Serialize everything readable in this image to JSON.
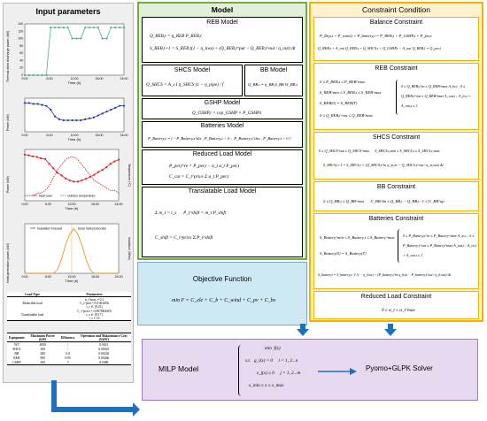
{
  "input_panel": {
    "title": "Input parameters",
    "charts": {
      "c1": {
        "ylabel": "Thermal store discharge power (kW)",
        "xlabel": "Time (h)",
        "xticks": [
          "0:00",
          "6:00",
          "12:00",
          "18:00",
          "24:00"
        ],
        "yticks": [
          "140",
          "120",
          "100",
          "80",
          "60",
          "40",
          "20",
          "0"
        ],
        "values": [
          0,
          0,
          0,
          0,
          0,
          0,
          130,
          130,
          130,
          130,
          130,
          100,
          100,
          100,
          130,
          130,
          130,
          130,
          100,
          100,
          130,
          130,
          130,
          130
        ]
      },
      "c2": {
        "ylabel": "Power (kW)",
        "xlabel": "Time (h)",
        "xticks": [
          "0:00",
          "6:00",
          "12:00",
          "18:00",
          "24:00"
        ],
        "yticks": [
          "35",
          "30",
          "25",
          "20",
          "15",
          "10",
          "5",
          "0"
        ],
        "values": [
          30,
          30,
          29,
          29,
          28,
          27,
          23,
          16,
          13,
          12,
          12,
          12,
          12,
          12,
          13,
          14,
          15,
          17,
          19,
          21,
          23,
          25,
          27,
          27
        ]
      },
      "c3": {
        "ylabel": "Power (kW)",
        "ylabel2": "Temperature (°C)",
        "xlabel": "Time (h)",
        "xticks": [
          "0:00",
          "6:00",
          "12:00",
          "18:00",
          "24:00"
        ],
        "legend": [
          "Heat load",
          "Outdoor temperature"
        ],
        "heat": [
          1350,
          1330,
          1300,
          1280,
          1240,
          1220,
          1080,
          950,
          820,
          740,
          650,
          600,
          560,
          560,
          600,
          640,
          700,
          760,
          840,
          900,
          980,
          1080,
          1150,
          1200
        ],
        "temp": [
          -8,
          -8,
          -8,
          -7,
          -7,
          -6,
          -4,
          -1,
          2,
          4,
          6,
          7,
          7,
          6,
          4,
          2,
          0,
          -2,
          -3,
          -4,
          -5,
          -6,
          -6,
          -7
        ]
      },
      "c4": {
        "ylabel": "Heat generation power (kW)",
        "ylabel2": "Irradiation (W/m²)",
        "xlabel": "Time (h)",
        "xticks": [
          "0:00",
          "6:00",
          "12:00",
          "18:00",
          "24:00"
        ],
        "legend": [
          "Irradiation forecast",
          "Solar heat production"
        ],
        "values": [
          0,
          0,
          0,
          0,
          0,
          0,
          0,
          0,
          30,
          120,
          240,
          330,
          380,
          330,
          240,
          120,
          30,
          0,
          0,
          0,
          0,
          0,
          0,
          0
        ]
      }
    },
    "load_table": {
      "headers": [
        "Load Type",
        "Parameters"
      ],
      "rows": [
        {
          "type": "Reducible load",
          "params": [
            "α_t^max = 0.1",
            "C_t^pen = 0.01$/kWh",
            "t_r ∈ [9,22]"
          ]
        },
        {
          "type": "Translatable load",
          "params": [
            "C_t^price = 0.0078$/kWh",
            "t_s ∈ [8,17]",
            "t_r = 16"
          ]
        }
      ]
    },
    "equip_table": {
      "headers": [
        "Equipment",
        "Maximum Power (kW)",
        "Efficiency",
        "Operation and Maintenance Cost ($/kW)"
      ],
      "rows": [
        [
          "WT",
          "4000",
          "/",
          "0.0021"
        ],
        [
          "SHCS",
          "300",
          "/",
          "0.00025"
        ],
        [
          "BB",
          "400",
          "0.8",
          "0.00230"
        ],
        [
          "REB",
          "800",
          "0.95",
          "0.00266"
        ],
        [
          "GSHP",
          "300",
          "3",
          "0.0488"
        ]
      ]
    }
  },
  "model_panel": {
    "title": "Model",
    "reb": {
      "title": "REB Model",
      "eq1": "Q_REB,t = η_REB P_REB,t",
      "eq2": "S_REB,t+1 = S_REB,t(1 − η_loss) + (Q_REB,t^put − Q_REB,t^out / η_out) Δt"
    },
    "shcs": {
      "title": "SHCS Model",
      "eq": "Q_SHCS = A_s I η_SHCS (1 − η_pipe) / f"
    },
    "bb": {
      "title": "BB Model",
      "eq": "Q_BB,t = η_BB β_BB W_BB,t"
    },
    "gshp": {
      "title": "GSHP Model",
      "eq": "Q_GSHP,t = cop_GSHP × P_GSHP,t"
    },
    "batt": {
      "title": "Batteries Model",
      "eq": "P_Battery,t = { −P_Battery,t^dis , P_Battery,t < 0 ;  P_Battery,t^cha , P_Battery,t > 0 }"
    },
    "reduced": {
      "title": "Reduced Load Model",
      "eq1": "P_per,t^re = P_per,t − α_t α_t P_per,t",
      "eq2": "C_cut = C_t^price Σ α_t P_per,t"
    },
    "trans": {
      "title": "Translatable Load Model",
      "eq1": "Σ m_t = t_s      P_t^shift = m_t P_shift",
      "eq2": "C_shift = C_t^price Σ P_t^shift"
    },
    "objective": {
      "title": "Objective Function",
      "eq": "min F = C_ele + C_b + C_wind + C_pv + C_bs"
    }
  },
  "constraint_panel": {
    "title": "Constraint Condition",
    "balance": {
      "title": "Balance Constraint",
      "eq1": "P_Dep,t + P_wind,t + P_battery,t = P_REB,t + P_GSHP,t + P_per,t",
      "eq2": "Q_REB,t + A_out Q_REB,t + Q_SHCS,t + Q_GSHP,t − A_out Q_REB,t = Q_per,t"
    },
    "reb": {
      "title": "REB Constraint",
      "eq1": "0 ≤ P_REB,t ≤ P_REB^max",
      "eq2": "S_REB^min ≤ S_REB,t ≤ S_REB^max",
      "eq3": "S_REB(0) = S_REB(T)",
      "eq4": "0 ≤ Q_REB,t^out ≤ Q_REB^max",
      "side": "0 ≤ Q_REB,t^in ≤ Q_REB^max A_in,t ; 0 ≤ Q_REB,t^out ≤ Q_REB^max A_out,t ; A_in,t + A_out,t ≤ 1"
    },
    "shcs": {
      "title": "SHCS Constraint",
      "eq1": "0 ≤ Q_SHCS^out ≤ Q_SHCS^max      S_SHCS,t,min ≤ S_SHCS,t ≤ S_SHCS,t,max",
      "eq2": "S_SHCS,t+1 = S_SHCS,t + (Q_SHCS,t^in η_st,in − Q_SHCS,t^out / η_st,out) Δt"
    },
    "bb": {
      "title": "BB Constraint",
      "eq": "0 ≤ Q_BB,t ≤ Q_BB^max      U_BB^dn ≤ Q_BB,t − Q_BB,t−1 ≤ U_BB^up"
    },
    "batt": {
      "title": "Batteries Constraint",
      "eq1": "S_Battery^min ≤ S_Battery,t ≤ S_Battery^max",
      "eq2": "S_Battery(0) = S_Battery(T)",
      "side": "0 ≤ P_Battery,t^in ≤ P_Battery^max A_in,t ; 0 ≤ P_Battery,t^out ≤ P_Battery^max A_out,t ; A_in,t + A_out,t ≤ 1",
      "eq3": "S_battery,t = S_battery,t−1 (1 − η_loss) + (P_battery,t^in η_b,in − P_battery,t^out / η_b,out) Δt"
    },
    "reduced": {
      "title": "Reduced Load Constraint",
      "eq": "0 ≤ α_t ≤ α_t^max"
    }
  },
  "milp": {
    "title": "MILP Model",
    "lines": [
      "min  f(x)",
      "s.t.   g_i(x) = 0     i = 1, 2...n",
      "z_j(x) ≤ 0     j = 1, 2...m",
      "x_min ≤ x ≤ x_max"
    ],
    "solver": "Pyomo+GLPK Solver"
  },
  "colors": {
    "input_bg": "#efefef",
    "model_bg": "#e2efd9",
    "model_border": "#70ad47",
    "constraint_bg": "#fff2cc",
    "constraint_border": "#f4b300",
    "objective_bg": "#cfe9f4",
    "milp_bg": "#e7d9f0",
    "arrow": "#1f6fbf"
  }
}
